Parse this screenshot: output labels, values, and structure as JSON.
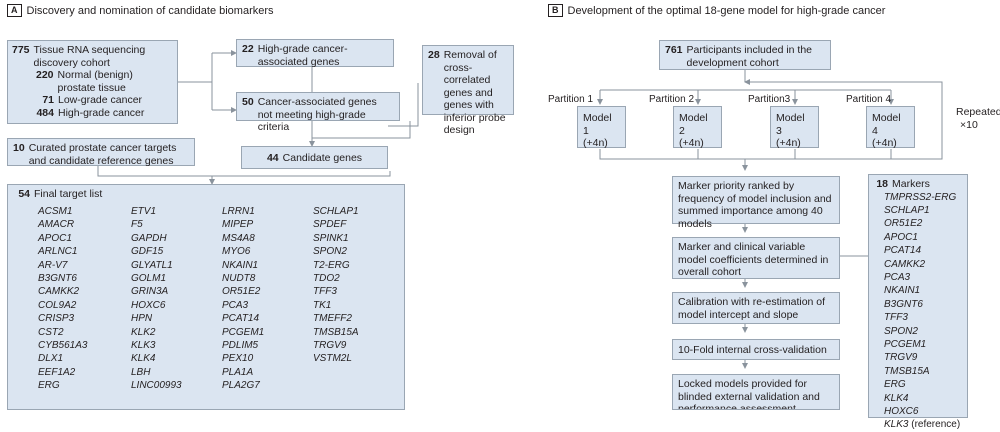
{
  "panel_a": {
    "letter": "A",
    "title": "Discovery and nomination of candidate biomarkers",
    "discovery": {
      "n_total": "775",
      "label_total": "Tissue RNA sequencing discovery cohort",
      "n_normal": "220",
      "label_normal": "Normal (benign) prostate tissue",
      "n_low": "71",
      "label_low": "Low-grade cancer",
      "n_high": "484",
      "label_high": "High-grade cancer"
    },
    "hg_assoc": {
      "n": "22",
      "label": "High-grade cancer-associated genes"
    },
    "not_hg": {
      "n": "50",
      "label": "Cancer-associated genes not meeting high-grade criteria"
    },
    "removal": {
      "n": "28",
      "label": "Removal of cross-correlated genes and genes with inferior probe design"
    },
    "curated": {
      "n": "10",
      "label": "Curated prostate cancer targets and candidate reference genes"
    },
    "candidates": {
      "n": "44",
      "label": "Candidate genes"
    },
    "final": {
      "n": "54",
      "label": "Final target list"
    },
    "gene_columns": [
      [
        "ACSM1",
        "AMACR",
        "APOC1",
        "ARLNC1",
        "AR-V7",
        "B3GNT6",
        "CAMKK2",
        "COL9A2",
        "CRISP3",
        "CST2",
        "CYB561A3",
        "DLX1",
        "EEF1A2",
        "ERG"
      ],
      [
        "ETV1",
        "F5",
        "GAPDH",
        "GDF15",
        "GLYATL1",
        "GOLM1",
        "GRIN3A",
        "HOXC6",
        "HPN",
        "KLK2",
        "KLK3",
        "KLK4",
        "LBH",
        "LINC00993"
      ],
      [
        "LRRN1",
        "MIPEP",
        "MS4A8",
        "MYO6",
        "NKAIN1",
        "NUDT8",
        "OR51E2",
        "PCA3",
        "PCAT14",
        "PCGEM1",
        "PDLIM5",
        "PEX10",
        "PLA1A",
        "PLA2G7"
      ],
      [
        "SCHLAP1",
        "SPDEF",
        "SPINK1",
        "SPON2",
        "T2-ERG",
        "TDO2",
        "TFF3",
        "TK1",
        "TMEFF2",
        "TMSB15A",
        "TRGV9",
        "VSTM2L"
      ]
    ]
  },
  "panel_b": {
    "letter": "B",
    "title": "Development of the optimal 18-gene model for high-grade cancer",
    "participants": {
      "n": "761",
      "label": "Participants included in the development cohort"
    },
    "partitions": [
      "Partition 1",
      "Partition 2",
      "Partition3",
      "Partition 4"
    ],
    "models": [
      {
        "name": "Model 1",
        "sub": "(+4n)"
      },
      {
        "name": "Model 2",
        "sub": "(+4n)"
      },
      {
        "name": "Model 3",
        "sub": "(+4n)"
      },
      {
        "name": "Model 4",
        "sub": "(+4n)"
      }
    ],
    "repeated": [
      "Repeated",
      "×10"
    ],
    "steps": [
      "Marker priority ranked by frequency of model inclusion and summed importance among 40 models",
      "Marker and clinical variable model coefficients determined in overall cohort",
      "Calibration with re-estimation of model intercept and slope",
      "10-Fold internal cross-validation",
      "Locked models provided for blinded external validation and performance assessment"
    ],
    "markers": {
      "n": "18",
      "label": "Markers",
      "genes": [
        "TMPRSS2-ERG",
        "SCHLAP1",
        "OR51E2",
        "APOC1",
        "PCAT14",
        "CAMKK2",
        "PCA3",
        "NKAIN1",
        "B3GNT6",
        "TFF3",
        "SPON2",
        "PCGEM1",
        "TRGV9",
        "TMSB15A",
        "ERG",
        "KLK4",
        "HOXC6"
      ],
      "reference_gene": "KLK3",
      "reference_note": "(reference)"
    }
  }
}
